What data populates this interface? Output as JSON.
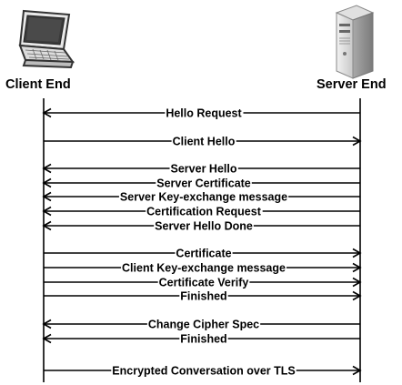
{
  "client": {
    "label": "Client End",
    "icon": "laptop-icon"
  },
  "server": {
    "label": "Server End",
    "icon": "server-tower-icon"
  },
  "messages": [
    {
      "label": "Hello Request",
      "direction": "server-to-client"
    },
    {
      "label": "Client Hello",
      "direction": "client-to-server"
    },
    {
      "label": "Server Hello",
      "direction": "server-to-client"
    },
    {
      "label": "Server Certificate",
      "direction": "server-to-client"
    },
    {
      "label": "Server Key-exchange message",
      "direction": "server-to-client"
    },
    {
      "label": "Certification Request",
      "direction": "server-to-client"
    },
    {
      "label": "Server Hello Done",
      "direction": "server-to-client"
    },
    {
      "label": "Certificate",
      "direction": "client-to-server"
    },
    {
      "label": "Client Key-exchange message",
      "direction": "client-to-server"
    },
    {
      "label": "Certificate Verify",
      "direction": "client-to-server"
    },
    {
      "label": "Finished",
      "direction": "client-to-server"
    },
    {
      "label": "Change Cipher Spec",
      "direction": "server-to-client"
    },
    {
      "label": "Finished",
      "direction": "server-to-client"
    },
    {
      "label": "Encrypted Conversation over TLS",
      "direction": "client-to-server"
    }
  ]
}
